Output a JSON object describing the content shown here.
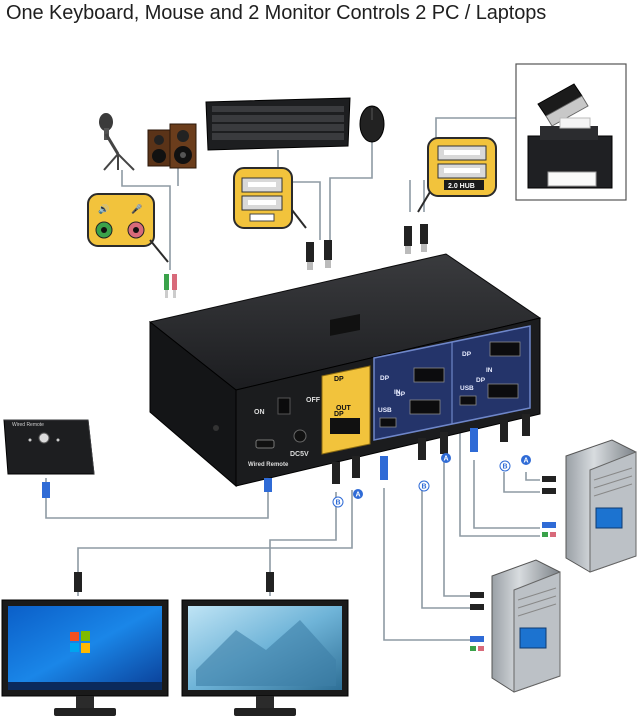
{
  "title": "One Keyboard, Mouse and 2 Monitor Controls 2 PC / Laptops",
  "kvm": {
    "power_on": "ON",
    "power_off": "OFF",
    "dc_label": "DC5V",
    "wired_remote_label": "Wired Remote",
    "out_label": "OUT",
    "dp1": "DP",
    "dpA": "DP",
    "in1": "IN",
    "in2": "IN",
    "dp2b": "DP",
    "dp1b": "DP",
    "dp2a": "DP",
    "dp1a": "DP",
    "usb2": "USB",
    "usb1": "USB",
    "port_b": "B",
    "port_a": "A"
  },
  "hub": {
    "label": "2.0 HUB"
  },
  "remote": {
    "label": "Wired Remote"
  },
  "markers": {
    "b": "B",
    "a": "A"
  },
  "colors": {
    "cable_gray": "#8e9aa3",
    "cable_blue": "#2f6bd6",
    "highlight_gold": "#f2c33c",
    "kvm_body": "#1b1c1e",
    "port_panel_blue": "#24346a",
    "audio_green": "#3aa24a",
    "audio_pink": "#d86a7a"
  },
  "icons": [
    "microphone-icon",
    "speaker-icon",
    "keyboard-icon",
    "mouse-icon",
    "usb-flash-drive-icon",
    "printer-icon",
    "monitor-icon",
    "pc-tower-icon"
  ]
}
